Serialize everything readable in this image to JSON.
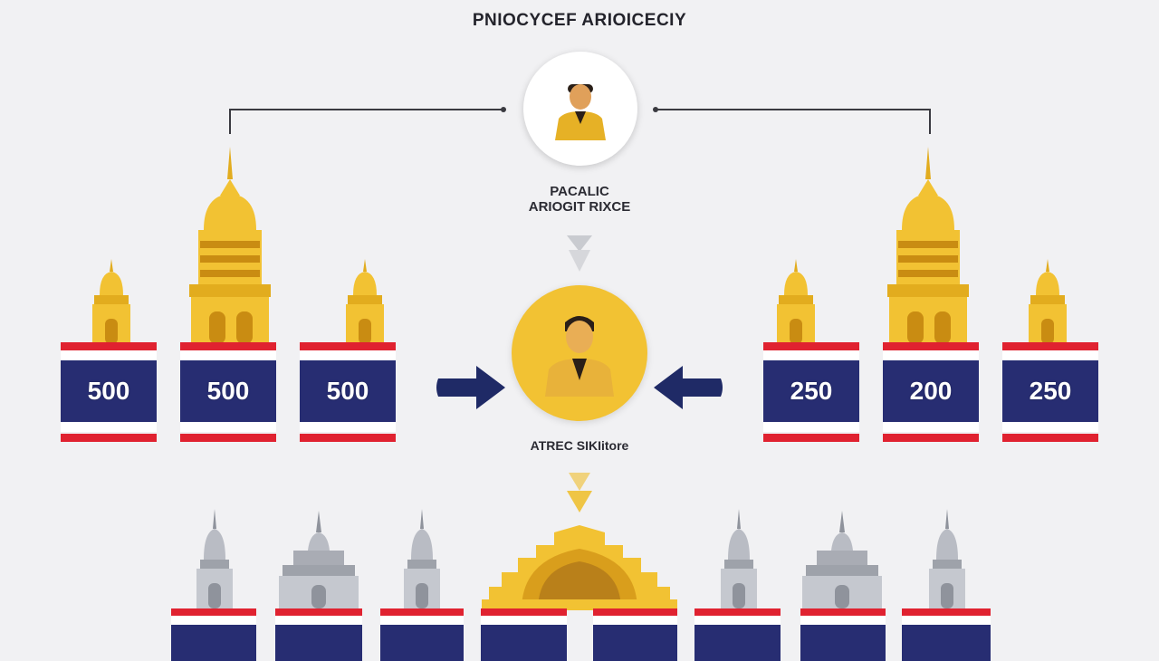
{
  "title": "PNIOCYCEF ARIOICECIY",
  "captions": {
    "top_line1": "PACALIC",
    "top_line2": "ARIOGIT RIXCE",
    "middle": "ATREC SIKIitore"
  },
  "left_flags": [
    {
      "value": "500"
    },
    {
      "value": "500"
    },
    {
      "value": "500"
    }
  ],
  "right_flags": [
    {
      "value": "250"
    },
    {
      "value": "200"
    },
    {
      "value": "250"
    }
  ],
  "colors": {
    "gold": "#f2c233",
    "navy": "#272d72",
    "red": "#e02230",
    "grey_temple": "#b9bcc4"
  }
}
